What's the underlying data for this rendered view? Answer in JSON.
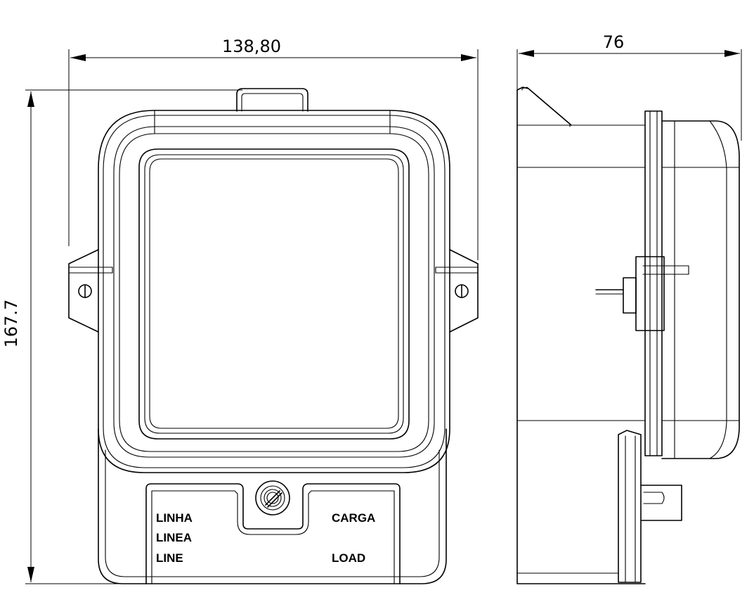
{
  "dimensions": {
    "front_width": "138,80",
    "side_depth": "76",
    "height": "167.7"
  },
  "labels": {
    "left_1": "LINHA",
    "left_2": "LINEA",
    "left_3": "LINE",
    "right_top": "CARGA",
    "right_bottom": "LOAD"
  }
}
